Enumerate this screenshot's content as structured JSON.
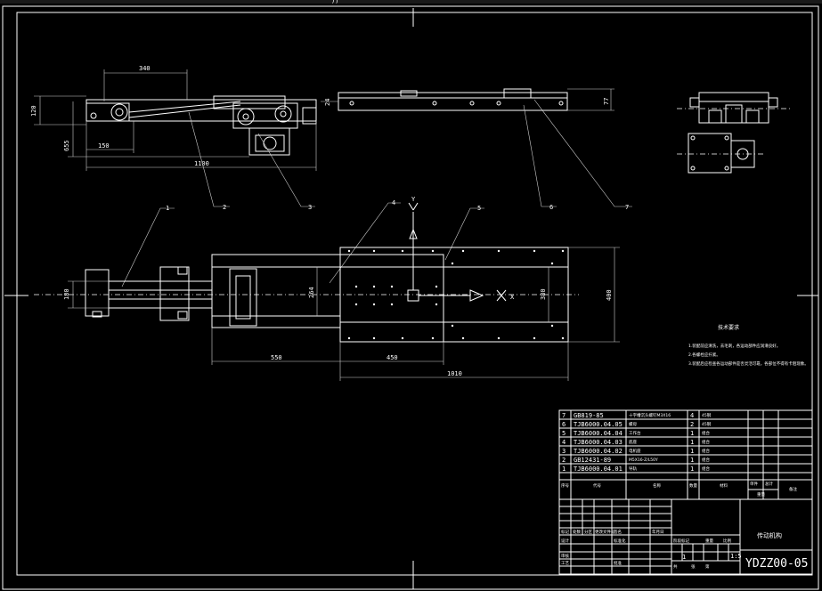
{
  "title_bar": {
    "marks": "))"
  },
  "top_view": {
    "dimensions": {
      "d340": "340",
      "d150": "150",
      "d1100": "1100",
      "d120": "120",
      "d655": "655",
      "d77": "77",
      "d24": "24"
    }
  },
  "balloons": {
    "b1": "1",
    "b2": "2",
    "b3": "3",
    "b4": "4",
    "b5": "5",
    "b6": "6",
    "b7": "7"
  },
  "plan_view": {
    "axis_y_label": "Y",
    "axis_x_label": "X",
    "dimensions": {
      "d180": "180",
      "d264": "264",
      "d380": "380",
      "d400": "400",
      "d550": "550",
      "d450": "450",
      "d1010": "1010"
    }
  },
  "tech_notes": {
    "heading": "技术要求",
    "items": [
      "1.装配前应清洗，去毛刺，各运动部件应润滑良好。",
      "2.各螺栓应拧紧。",
      "3.装配后应检查各运动部件是否灵活可靠，各部位不得有卡阻现象。"
    ]
  },
  "parts_list": {
    "rows": [
      {
        "no": "7",
        "code": "GB819-85",
        "name": "十字槽沉头螺钉M3X16",
        "qty": "4",
        "material": "45钢"
      },
      {
        "no": "6",
        "code": "TJB6000.04.05",
        "name": "螺母",
        "qty": "2",
        "material": "45钢"
      },
      {
        "no": "5",
        "code": "TJB6000.04.04",
        "name": "工作台",
        "qty": "1",
        "material": "组合"
      },
      {
        "no": "4",
        "code": "TJB6000.04.03",
        "name": "底座",
        "qty": "1",
        "material": "组合"
      },
      {
        "no": "3",
        "code": "TJB6000.04.02",
        "name": "电机座",
        "qty": "1",
        "material": "组合"
      },
      {
        "no": "2",
        "code": "GB12431-89",
        "name": "M5X16-Z/L50Y",
        "qty": "1",
        "material": "组合"
      },
      {
        "no": "1",
        "code": "TJB6000.04.01",
        "name": "导轨",
        "qty": "1",
        "material": "组合"
      }
    ],
    "header": {
      "no": "序号",
      "code": "代号",
      "name": "名称",
      "qty": "数量",
      "material": "材料",
      "unit_weight": "单件",
      "total_weight": "总计",
      "weight": "重量",
      "remark": "备注"
    }
  },
  "title_block": {
    "drawing_name": "传动机构",
    "drawing_no": "YDZZ00-05",
    "scale": "1:5",
    "sheet": "1",
    "r_mark": "标记",
    "r_count": "处数",
    "r_zone": "分区",
    "r_doc": "更改文件号",
    "r_sign": "签名",
    "r_date": "年月日",
    "design": "设计",
    "std": "标准化",
    "stage": "阶段标记",
    "weight": "重量",
    "ratio": "比例",
    "review": "审核",
    "process": "工艺",
    "approve": "批准",
    "sheets_total": "共",
    "sheet_no": "第",
    "sheet_word": "张"
  }
}
